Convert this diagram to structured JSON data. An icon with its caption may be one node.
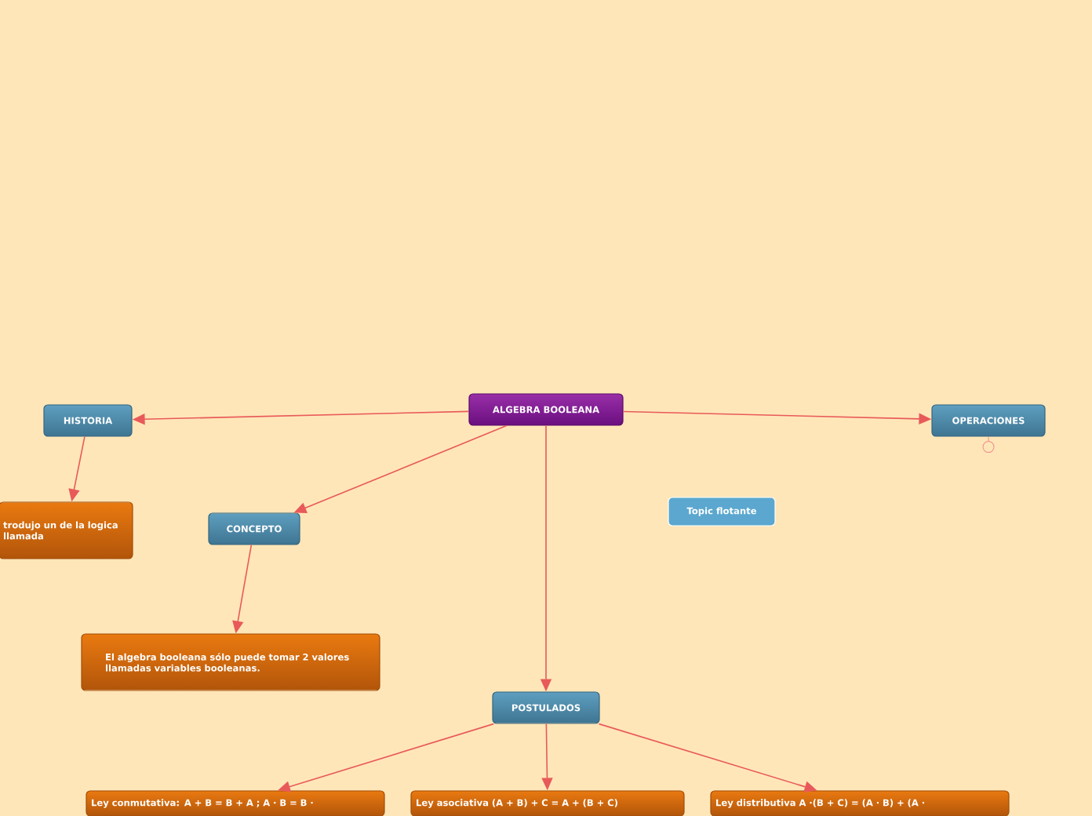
{
  "diagram": {
    "nodes": [
      {
        "text": [
          "ALGEBRA BOOLEANA"
        ]
      },
      {
        "text": [
          "HISTORIA"
        ]
      },
      {
        "text": [
          "trodujo un de la logica llamada"
        ]
      },
      {
        "text": [
          "CONCEPTO"
        ]
      },
      {
        "text": [
          "El algebra booleana sólo puede tomar 2 valores llamadas variables booleanas."
        ]
      },
      {
        "text": [
          "OPERACIONES"
        ]
      },
      {
        "text": [
          "Topic flotante"
        ]
      },
      {
        "text": [
          "POSTULADOS"
        ]
      },
      {
        "text": [
          "Ley conmutativa: A + B = B + A ; A · B = B ·"
        ]
      },
      {
        "text": [
          "Ley asociativa (A + B) + C = A + (B + C)"
        ]
      },
      {
        "text": [
          "Ley distributiva A ·(B + C) = (A · B) + (A ·"
        ]
      }
    ],
    "edges": [
      {
        "from": 0,
        "to": 1,
        "arrow": "to"
      },
      {
        "from": 1,
        "to": 2,
        "arrow": "to"
      },
      {
        "from": 0,
        "to": 3,
        "arrow": "to"
      },
      {
        "from": 3,
        "to": 4,
        "arrow": "to"
      },
      {
        "from": 0,
        "to": 5,
        "arrow": "to"
      },
      {
        "from": 0,
        "to": 7,
        "arrow": "to"
      },
      {
        "from": 7,
        "to": 8,
        "arrow": "to"
      },
      {
        "from": 7,
        "to": 9,
        "arrow": "to"
      },
      {
        "from": 7,
        "to": 10,
        "arrow": "to"
      }
    ]
  }
}
